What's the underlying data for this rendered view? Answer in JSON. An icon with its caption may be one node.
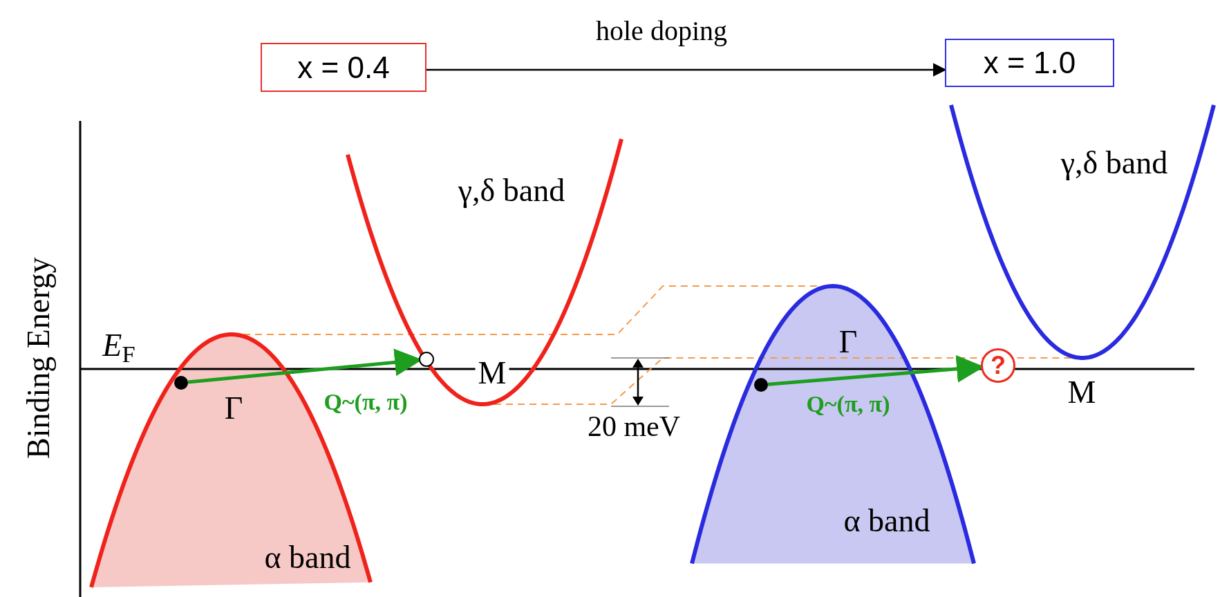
{
  "diagram": {
    "nodes": [
      {
        "text": [
          "x = 0.4"
        ]
      },
      {
        "text": [
          "x = 1.0"
        ]
      },
      {
        "text": [],
        "shape": "circle"
      },
      {
        "text": [],
        "shape": "circle"
      },
      {
        "text": [],
        "shape": "circle"
      },
      {
        "text": [
          "?"
        ]
      }
    ],
    "edges": [
      {
        "from": 0,
        "to": 1,
        "arrow": "to",
        "label": "hole doping",
        "color": "#000000"
      },
      {
        "from": 2,
        "to": 3,
        "arrow": "to",
        "label": "Q~(π, π)",
        "color": "#1e9e1e"
      },
      {
        "from": 4,
        "to": 5,
        "arrow": "to",
        "label": "Q~(π, π)",
        "color": "#1e9e1e"
      }
    ],
    "labels": [
      "Binding Energy",
      "*E*$_{F}$",
      "γ,δ band",
      "Γ",
      "M",
      "α band",
      "20 meV",
      "Γ",
      "γ,δ band",
      "M",
      "α band"
    ]
  }
}
